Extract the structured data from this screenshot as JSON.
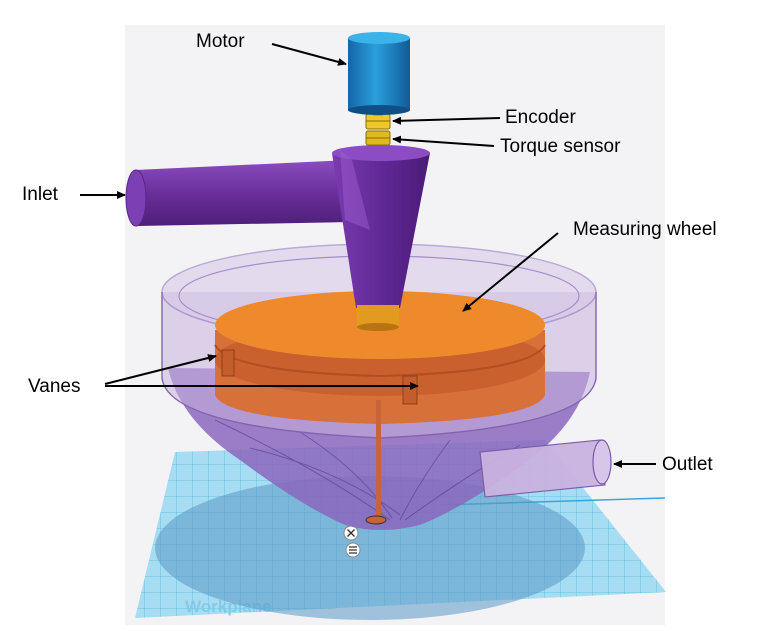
{
  "labels": {
    "motor": "Motor",
    "encoder": "Encoder",
    "torque_sensor": "Torque sensor",
    "inlet": "Inlet",
    "measuring_wheel": "Measuring wheel",
    "vanes": "Vanes",
    "outlet": "Outlet",
    "workplane": "Workplane"
  },
  "colors": {
    "motor": "#1e88c8",
    "encoder": "#e8c21a",
    "purple": "#6a2f9a",
    "bowl": "#b9a3cf",
    "wheel": "#e8842e",
    "vanes": "#d26a38",
    "grid": "#8fd3ee"
  },
  "icons": {
    "workplane_close": "x-icon",
    "workplane_menu": "menu-icon"
  }
}
